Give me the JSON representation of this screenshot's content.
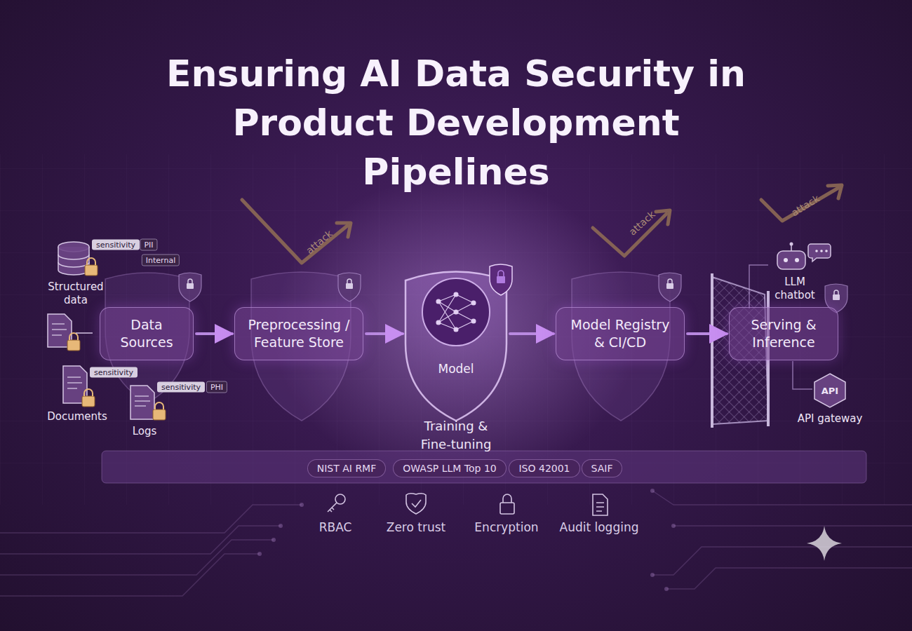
{
  "diagram": {
    "title": "Ensuring AI Data Security in Product Development Pipelines",
    "nodes": [
      {
        "text": [
          "Data Sources"
        ]
      },
      {
        "text": [
          "Preprocessing / Feature Store"
        ]
      },
      {
        "text": [
          "Model",
          "Training & Fine-tuning"
        ]
      },
      {
        "text": [
          "Model Registry & CI/CD"
        ]
      },
      {
        "text": [
          "Serving & Inference"
        ]
      },
      {
        "text": [
          "NIST AI RMF"
        ]
      },
      {
        "text": [
          "OWASP LLM Top 10"
        ]
      },
      {
        "text": [
          "ISO 42001"
        ]
      },
      {
        "text": [
          "SAIF"
        ]
      }
    ],
    "edges": [
      {
        "from": 0,
        "to": 1,
        "arrow": "to"
      },
      {
        "from": 1,
        "to": 2,
        "arrow": "to"
      },
      {
        "from": 2,
        "to": 3,
        "arrow": "to"
      },
      {
        "from": 3,
        "to": 4,
        "arrow": "to"
      }
    ],
    "labels": [
      "sensitivity",
      "PII",
      "Internal",
      "Structured data",
      "sensitivity",
      "Documents",
      "sensitivity",
      "PHI",
      "Logs",
      "attack",
      "attack",
      "attack",
      "LLM chatbot",
      "API",
      "API gateway",
      "RBAC",
      "Zero trust",
      "Encryption",
      "Audit logging"
    ]
  }
}
